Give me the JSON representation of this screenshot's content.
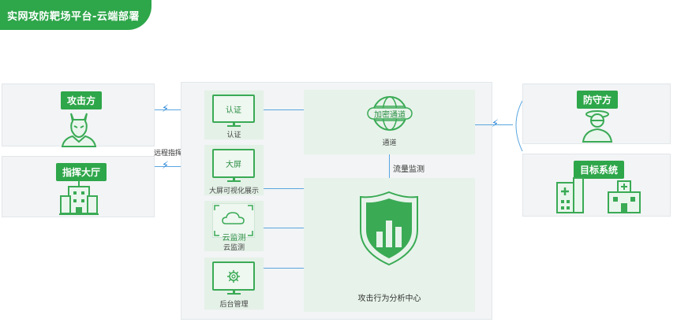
{
  "header": {
    "title": "实网攻防靶场平台-云端部署"
  },
  "attacker": {
    "label": "攻击方",
    "icon": "hacker-icon"
  },
  "command": {
    "label": "指挥大厅",
    "icon": "building-icon"
  },
  "remote_label": "远程指挥",
  "modules": [
    {
      "screen": "认证",
      "caption": "认证"
    },
    {
      "screen": "大屏",
      "caption": "大屏可视化展示"
    },
    {
      "screen": "云监测",
      "caption": "云监测"
    },
    {
      "screen": "",
      "caption": "后台管理"
    }
  ],
  "channel": {
    "globe_text": "加密通道",
    "caption": "通道"
  },
  "traffic_label": "流量监测",
  "analysis": {
    "caption": "攻击行为分析中心"
  },
  "defender": {
    "label": "防守方",
    "icon": "defender-icon"
  },
  "target": {
    "label": "目标系统",
    "icon": "hospital-icon"
  },
  "colors": {
    "accent": "#2ea64a",
    "line": "#5aa6e0",
    "bolt": "#2a86d8",
    "panel": "#f2f4f5"
  }
}
